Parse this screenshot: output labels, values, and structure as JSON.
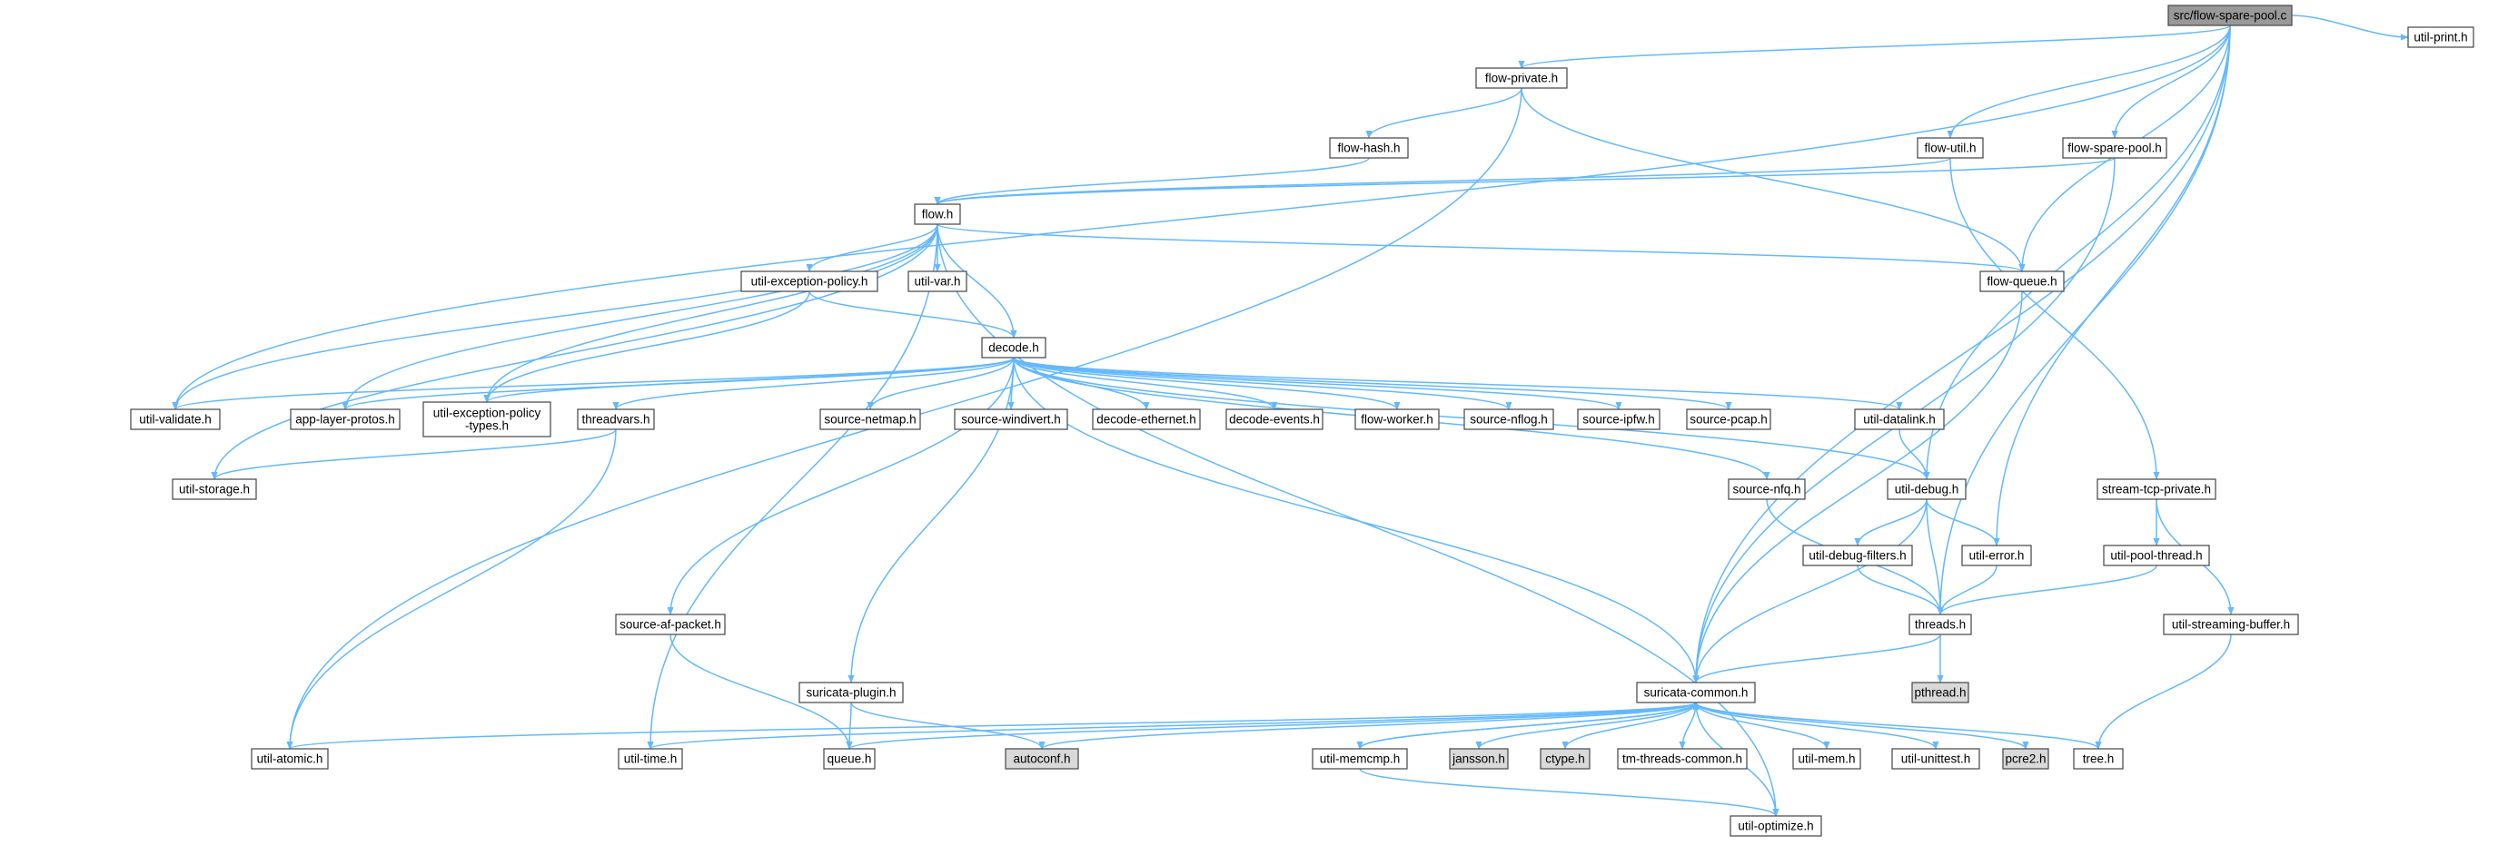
{
  "graph": {
    "title_file": "src/flow-spare-pool.c",
    "colors": {
      "edge": "#63b8ff",
      "root_fill": "#999999",
      "system_fill": "#d9d9d9",
      "truncated_border": "#ff0000",
      "node_border": "#444444"
    },
    "nodes": [
      {
        "id": "root",
        "lines": [
          "src/flow-spare-pool.c"
        ],
        "kind": "root"
      },
      {
        "id": "flow-private",
        "lines": [
          "flow-private.h"
        ],
        "kind": "normal"
      },
      {
        "id": "util-print",
        "lines": [
          "util-print.h"
        ],
        "kind": "normal"
      },
      {
        "id": "flow-hash",
        "lines": [
          "flow-hash.h"
        ],
        "kind": "normal"
      },
      {
        "id": "flow-util",
        "lines": [
          "flow-util.h"
        ],
        "kind": "normal"
      },
      {
        "id": "flow-spare-pool",
        "lines": [
          "flow-spare-pool.h"
        ],
        "kind": "normal"
      },
      {
        "id": "flow",
        "lines": [
          "flow.h"
        ],
        "kind": "normal"
      },
      {
        "id": "util-exception-policy",
        "lines": [
          "util-exception-policy.h"
        ],
        "kind": "normal"
      },
      {
        "id": "util-var",
        "lines": [
          "util-var.h"
        ],
        "kind": "normal"
      },
      {
        "id": "flow-queue",
        "lines": [
          "flow-queue.h"
        ],
        "kind": "normal"
      },
      {
        "id": "decode",
        "lines": [
          "decode.h"
        ],
        "kind": "truncated"
      },
      {
        "id": "util-validate",
        "lines": [
          "util-validate.h"
        ],
        "kind": "normal"
      },
      {
        "id": "app-layer-protos",
        "lines": [
          "app-layer-protos.h"
        ],
        "kind": "normal"
      },
      {
        "id": "util-exception-policy-types",
        "lines": [
          "util-exception-policy",
          "-types.h"
        ],
        "kind": "normal"
      },
      {
        "id": "threadvars",
        "lines": [
          "threadvars.h"
        ],
        "kind": "truncated"
      },
      {
        "id": "source-netmap",
        "lines": [
          "source-netmap.h"
        ],
        "kind": "normal"
      },
      {
        "id": "source-windivert",
        "lines": [
          "source-windivert.h"
        ],
        "kind": "normal"
      },
      {
        "id": "decode-ethernet",
        "lines": [
          "decode-ethernet.h"
        ],
        "kind": "normal"
      },
      {
        "id": "decode-events",
        "lines": [
          "decode-events.h"
        ],
        "kind": "normal"
      },
      {
        "id": "flow-worker",
        "lines": [
          "flow-worker.h"
        ],
        "kind": "normal"
      },
      {
        "id": "source-nflog",
        "lines": [
          "source-nflog.h"
        ],
        "kind": "normal"
      },
      {
        "id": "source-ipfw",
        "lines": [
          "source-ipfw.h"
        ],
        "kind": "normal"
      },
      {
        "id": "source-pcap",
        "lines": [
          "source-pcap.h"
        ],
        "kind": "normal"
      },
      {
        "id": "util-datalink",
        "lines": [
          "util-datalink.h"
        ],
        "kind": "normal"
      },
      {
        "id": "util-storage",
        "lines": [
          "util-storage.h"
        ],
        "kind": "normal"
      },
      {
        "id": "source-nfq",
        "lines": [
          "source-nfq.h"
        ],
        "kind": "truncated"
      },
      {
        "id": "util-debug",
        "lines": [
          "util-debug.h"
        ],
        "kind": "normal"
      },
      {
        "id": "stream-tcp-private",
        "lines": [
          "stream-tcp-private.h"
        ],
        "kind": "normal"
      },
      {
        "id": "util-debug-filters",
        "lines": [
          "util-debug-filters.h"
        ],
        "kind": "normal"
      },
      {
        "id": "util-error",
        "lines": [
          "util-error.h"
        ],
        "kind": "normal"
      },
      {
        "id": "util-pool-thread",
        "lines": [
          "util-pool-thread.h"
        ],
        "kind": "truncated"
      },
      {
        "id": "source-af-packet",
        "lines": [
          "source-af-packet.h"
        ],
        "kind": "normal"
      },
      {
        "id": "threads",
        "lines": [
          "threads.h"
        ],
        "kind": "normal"
      },
      {
        "id": "util-streaming-buffer",
        "lines": [
          "util-streaming-buffer.h"
        ],
        "kind": "normal"
      },
      {
        "id": "suricata-plugin",
        "lines": [
          "suricata-plugin.h"
        ],
        "kind": "truncated"
      },
      {
        "id": "suricata-common",
        "lines": [
          "suricata-common.h"
        ],
        "kind": "normal"
      },
      {
        "id": "pthread",
        "lines": [
          "pthread.h"
        ],
        "kind": "system"
      },
      {
        "id": "util-atomic",
        "lines": [
          "util-atomic.h"
        ],
        "kind": "normal"
      },
      {
        "id": "util-time",
        "lines": [
          "util-time.h"
        ],
        "kind": "normal"
      },
      {
        "id": "queue",
        "lines": [
          "queue.h"
        ],
        "kind": "normal"
      },
      {
        "id": "autoconf",
        "lines": [
          "autoconf.h"
        ],
        "kind": "system"
      },
      {
        "id": "util-memcmp",
        "lines": [
          "util-memcmp.h"
        ],
        "kind": "normal"
      },
      {
        "id": "jansson",
        "lines": [
          "jansson.h"
        ],
        "kind": "system"
      },
      {
        "id": "ctype",
        "lines": [
          "ctype.h"
        ],
        "kind": "system"
      },
      {
        "id": "tm-threads-common",
        "lines": [
          "tm-threads-common.h"
        ],
        "kind": "normal"
      },
      {
        "id": "util-mem",
        "lines": [
          "util-mem.h"
        ],
        "kind": "normal"
      },
      {
        "id": "util-unittest",
        "lines": [
          "util-unittest.h"
        ],
        "kind": "normal"
      },
      {
        "id": "pcre2",
        "lines": [
          "pcre2.h"
        ],
        "kind": "system"
      },
      {
        "id": "tree",
        "lines": [
          "tree.h"
        ],
        "kind": "normal"
      },
      {
        "id": "util-optimize",
        "lines": [
          "util-optimize.h"
        ],
        "kind": "normal"
      }
    ],
    "edges": [
      [
        "root",
        "flow-private"
      ],
      [
        "root",
        "util-print"
      ],
      [
        "root",
        "flow-util"
      ],
      [
        "root",
        "flow-spare-pool"
      ],
      [
        "root",
        "flow-queue"
      ],
      [
        "root",
        "util-validate"
      ],
      [
        "root",
        "util-debug"
      ],
      [
        "root",
        "util-error"
      ],
      [
        "root",
        "threads"
      ],
      [
        "root",
        "suricata-common"
      ],
      [
        "flow-private",
        "flow-hash"
      ],
      [
        "flow-private",
        "flow-queue"
      ],
      [
        "flow-private",
        "util-atomic"
      ],
      [
        "flow-hash",
        "flow"
      ],
      [
        "flow-util",
        "flow"
      ],
      [
        "flow-util",
        "stream-tcp-private"
      ],
      [
        "flow-spare-pool",
        "flow"
      ],
      [
        "flow-spare-pool",
        "suricata-common"
      ],
      [
        "flow",
        "util-exception-policy"
      ],
      [
        "flow",
        "util-var"
      ],
      [
        "flow",
        "decode"
      ],
      [
        "flow",
        "flow-queue"
      ],
      [
        "flow",
        "util-validate"
      ],
      [
        "flow",
        "app-layer-protos"
      ],
      [
        "flow",
        "util-exception-policy-types"
      ],
      [
        "flow",
        "util-storage"
      ],
      [
        "flow",
        "util-time"
      ],
      [
        "flow",
        "util-optimize"
      ],
      [
        "util-exception-policy",
        "decode"
      ],
      [
        "util-exception-policy",
        "util-exception-policy-types"
      ],
      [
        "flow-queue",
        "suricata-common"
      ],
      [
        "decode",
        "util-validate"
      ],
      [
        "decode",
        "app-layer-protos"
      ],
      [
        "decode",
        "util-exception-policy-types"
      ],
      [
        "decode",
        "threadvars"
      ],
      [
        "decode",
        "source-netmap"
      ],
      [
        "decode",
        "source-windivert"
      ],
      [
        "decode",
        "decode-ethernet"
      ],
      [
        "decode",
        "decode-events"
      ],
      [
        "decode",
        "flow-worker"
      ],
      [
        "decode",
        "source-nflog"
      ],
      [
        "decode",
        "source-ipfw"
      ],
      [
        "decode",
        "source-pcap"
      ],
      [
        "decode",
        "util-datalink"
      ],
      [
        "decode",
        "source-nfq"
      ],
      [
        "decode",
        "util-debug"
      ],
      [
        "decode",
        "source-af-packet"
      ],
      [
        "decode",
        "suricata-plugin"
      ],
      [
        "decode",
        "suricata-common"
      ],
      [
        "threadvars",
        "util-storage"
      ],
      [
        "threadvars",
        "util-atomic"
      ],
      [
        "util-datalink",
        "util-debug"
      ],
      [
        "source-nfq",
        "threads"
      ],
      [
        "util-debug",
        "util-debug-filters"
      ],
      [
        "util-debug",
        "util-error"
      ],
      [
        "util-debug",
        "threads"
      ],
      [
        "util-debug",
        "suricata-common"
      ],
      [
        "stream-tcp-private",
        "util-pool-thread"
      ],
      [
        "stream-tcp-private",
        "util-streaming-buffer"
      ],
      [
        "util-debug-filters",
        "threads"
      ],
      [
        "util-error",
        "threads"
      ],
      [
        "util-pool-thread",
        "threads"
      ],
      [
        "threads",
        "suricata-common"
      ],
      [
        "threads",
        "pthread"
      ],
      [
        "util-streaming-buffer",
        "tree"
      ],
      [
        "source-af-packet",
        "queue"
      ],
      [
        "suricata-plugin",
        "queue"
      ],
      [
        "suricata-plugin",
        "autoconf"
      ],
      [
        "suricata-common",
        "util-atomic"
      ],
      [
        "suricata-common",
        "util-time"
      ],
      [
        "suricata-common",
        "queue"
      ],
      [
        "suricata-common",
        "autoconf"
      ],
      [
        "suricata-common",
        "util-memcmp"
      ],
      [
        "suricata-common",
        "jansson"
      ],
      [
        "suricata-common",
        "ctype"
      ],
      [
        "suricata-common",
        "tm-threads-common"
      ],
      [
        "suricata-common",
        "util-mem"
      ],
      [
        "suricata-common",
        "util-unittest"
      ],
      [
        "suricata-common",
        "pcre2"
      ],
      [
        "suricata-common",
        "tree"
      ],
      [
        "suricata-common",
        "util-optimize"
      ],
      [
        "util-memcmp",
        "suricata-common"
      ],
      [
        "util-memcmp",
        "util-optimize"
      ]
    ]
  }
}
